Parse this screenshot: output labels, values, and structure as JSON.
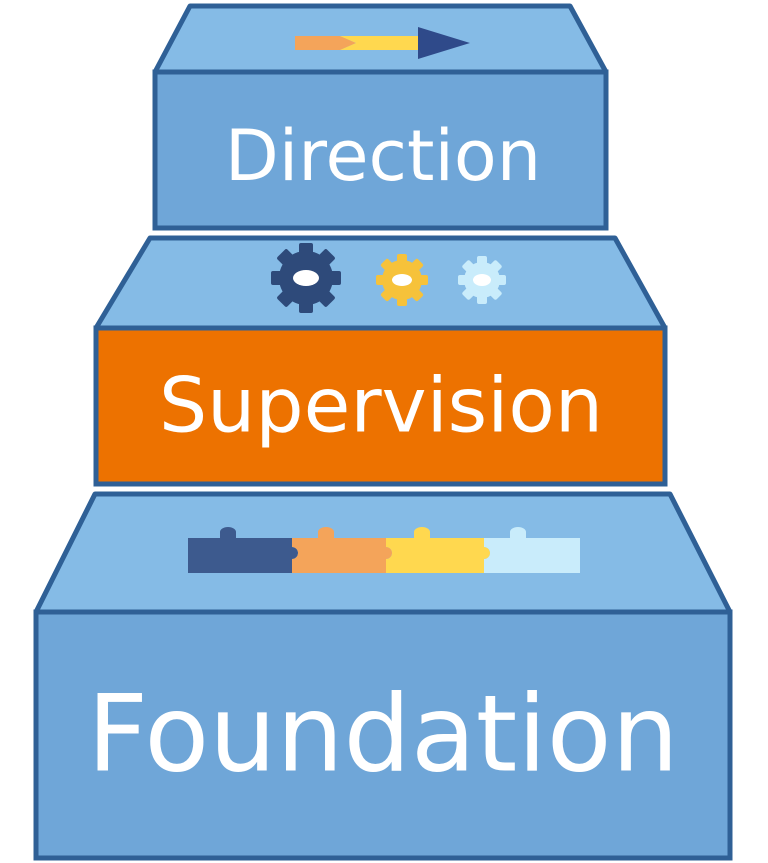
{
  "steps": [
    {
      "label": "Direction",
      "icon": "arrow-icon"
    },
    {
      "label": "Supervision",
      "icon": "gears-icon"
    },
    {
      "label": "Foundation",
      "icon": "puzzle-pieces-icon"
    }
  ],
  "colors": {
    "step_face": "#6fa6d8",
    "step_top": "#85bbe6",
    "step_outline": "#2f6096",
    "highlight_face": "#ed7200",
    "icon_dark": "#3d5a8e",
    "icon_orange": "#f4a45a",
    "icon_yellow": "#ffd84f",
    "icon_light": "#c9ecfb"
  }
}
